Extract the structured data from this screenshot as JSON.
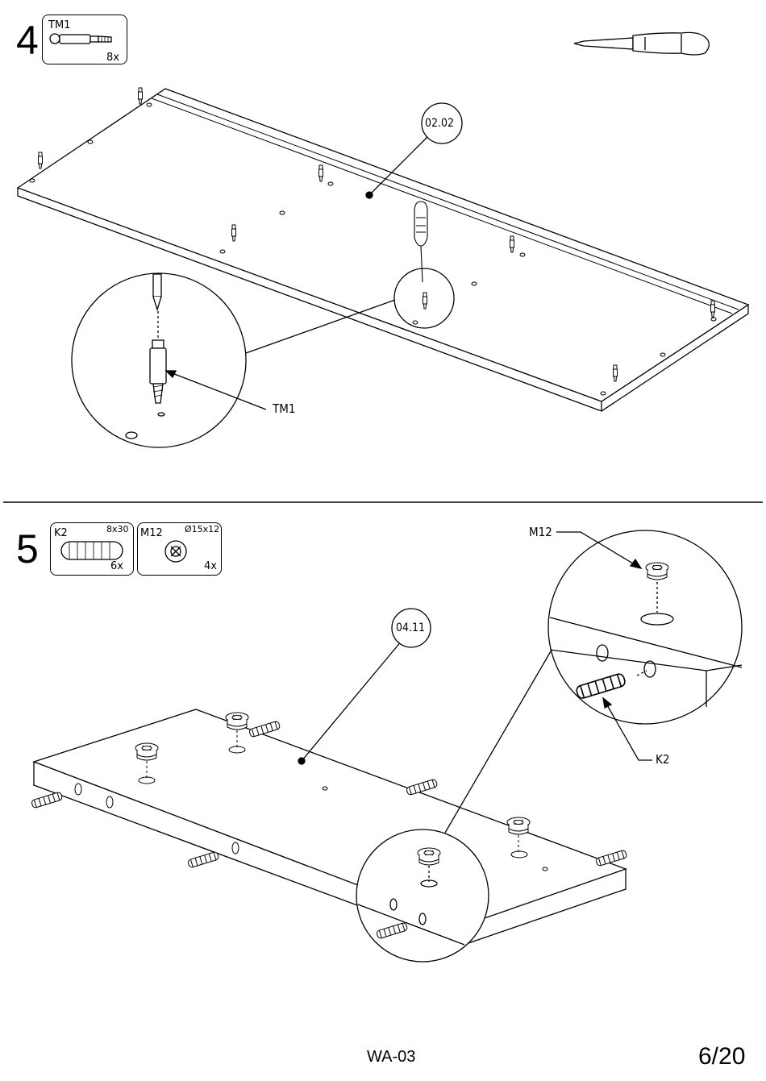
{
  "steps": [
    {
      "number": "4",
      "parts": [
        {
          "code": "TM1",
          "qty": "8x"
        }
      ],
      "callouts": {
        "panel": "02.02",
        "part": "TM1"
      }
    },
    {
      "number": "5",
      "parts": [
        {
          "code": "K2",
          "size": "8x30",
          "qty": "6x"
        },
        {
          "code": "M12",
          "size": "Ø15x12",
          "qty": "4x"
        }
      ],
      "callouts": {
        "panel": "04.11",
        "cam": "M12",
        "dowel": "K2"
      }
    }
  ],
  "footer": {
    "model": "WA-03",
    "page": "6/20"
  }
}
